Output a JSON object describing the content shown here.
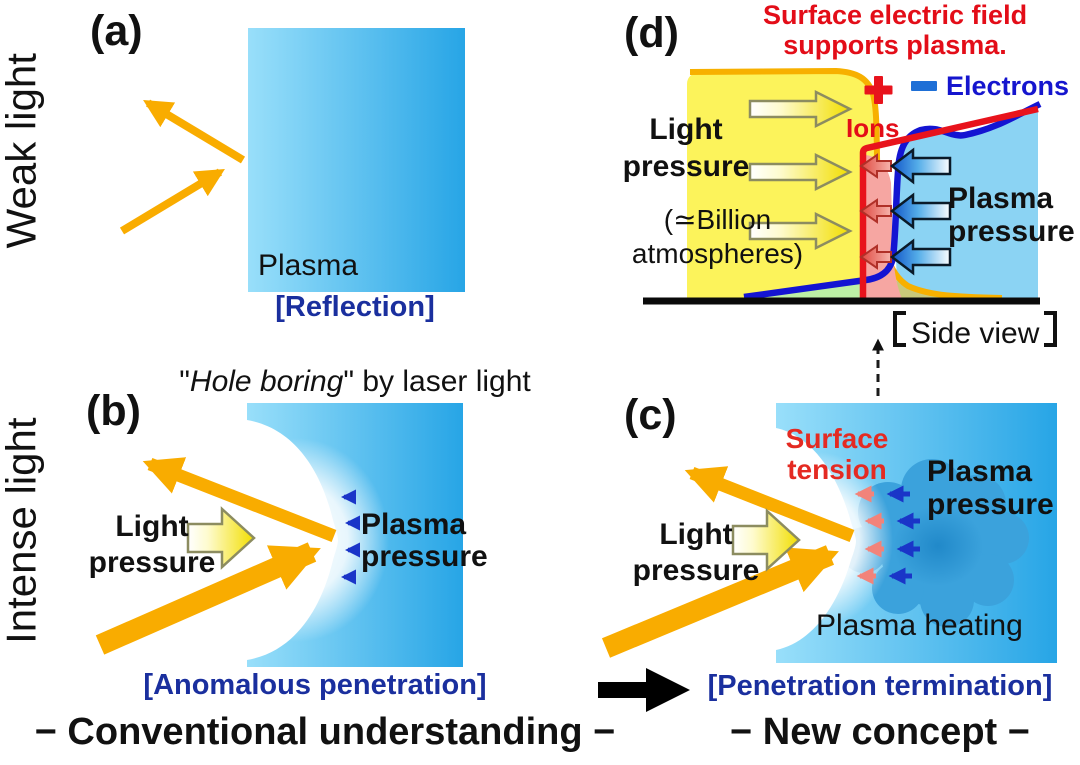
{
  "rows": {
    "top_label": "Weak light",
    "bottom_label": "Intense light"
  },
  "panels": {
    "a": {
      "label": "(a)",
      "plasma": "Plasma",
      "caption": "[Reflection]"
    },
    "b": {
      "label": "(b)",
      "quote_open": "\"",
      "quote_italic": "Hole boring",
      "quote_rest": "\" by laser light",
      "light_pressure": "Light\npressure",
      "plasma_pressure": "Plasma\npressure",
      "caption": "[Anomalous penetration]"
    },
    "c": {
      "label": "(c)",
      "surface_tension": "Surface\ntension",
      "plasma_pressure": "Plasma\npressure",
      "light_pressure": "Light\npressure",
      "plasma_heating": "Plasma heating",
      "caption": "[Penetration termination]"
    },
    "d": {
      "label": "(d)",
      "title": "Surface electric field\nsupports plasma.",
      "light_pressure": "Light\npressure",
      "billion": "(≃Billion\natmospheres)",
      "ions": "Ions",
      "plus_sign": "+",
      "minus_sign": "−",
      "electrons": "Electrons",
      "plasma_pressure": "Plasma\npressure",
      "side_view": {
        "open": "【",
        "label": "Side view",
        "close": "】"
      }
    }
  },
  "footer": {
    "conventional": "− Conventional understanding −",
    "new_concept": "− New concept −"
  },
  "colors": {
    "laser_orange": "#F9AC00",
    "plasma_blue_light": "#99DFFA",
    "plasma_blue_dark": "#27A5E6",
    "caption_navy": "#1A2F9E",
    "alert_red": "#E30D18",
    "electron_blue": "#1414D2",
    "light_yellow": "#FCF35B",
    "ion_band_pink": "#F6A6A2",
    "cloud_blue": "#3BA2DC"
  }
}
